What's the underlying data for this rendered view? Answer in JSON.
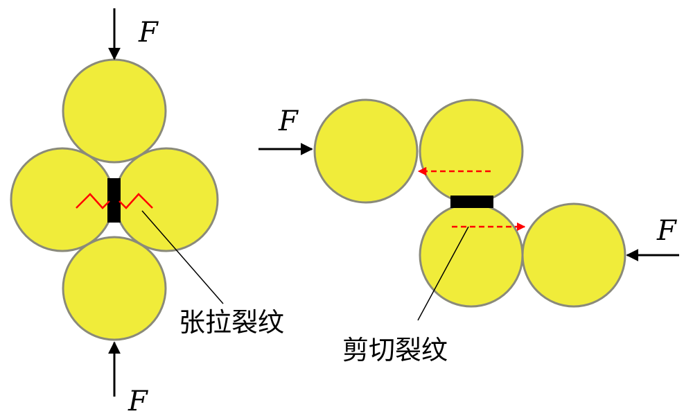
{
  "diagram": {
    "force_symbol": "F",
    "tension_crack_label": "张拉裂纹",
    "shear_crack_label": "剪切裂纹",
    "colors": {
      "particle_fill": "#f0ec3a",
      "particle_stroke": "#8a8a7a",
      "bond": "#000000",
      "crack": "#ff0000",
      "arrow": "#000000"
    }
  }
}
